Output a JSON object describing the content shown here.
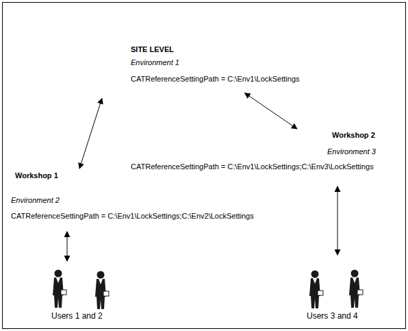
{
  "diagram": {
    "nodes": [
      {
        "text": [
          "SITE LEVEL",
          "Environment 1",
          "CATReferenceSettingPath = C:\\Env1\\LockSettings"
        ]
      },
      {
        "text": [
          "Workshop 2",
          "Environment 3",
          "CATReferenceSettingPath = C:\\Env1\\LockSettings;C:\\Env3\\LockSettings"
        ]
      },
      {
        "text": [
          "Workshop 1",
          "Environment 2",
          "CATReferenceSettingPath = C:\\Env1\\LockSettings;C:\\Env2\\LockSettings"
        ]
      },
      {
        "text": [
          "Users 1 and 2"
        ]
      },
      {
        "text": [
          "Users 3 and 4"
        ]
      }
    ],
    "edges": [
      {
        "from": 0,
        "to": 2,
        "arrow": "both"
      },
      {
        "from": 0,
        "to": 1,
        "arrow": "both"
      },
      {
        "from": 2,
        "to": 3,
        "arrow": "both"
      },
      {
        "from": 1,
        "to": 4,
        "arrow": "both"
      }
    ]
  }
}
